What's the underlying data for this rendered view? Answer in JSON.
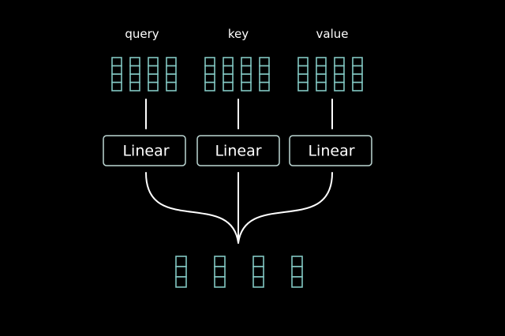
{
  "inputs": [
    {
      "label": "query",
      "vectors": 4,
      "cells_per_vector": 4
    },
    {
      "label": "key",
      "vectors": 4,
      "cells_per_vector": 4
    },
    {
      "label": "value",
      "vectors": 4,
      "cells_per_vector": 4
    }
  ],
  "layers": [
    {
      "label": "Linear"
    },
    {
      "label": "Linear"
    },
    {
      "label": "Linear"
    }
  ],
  "output": {
    "vectors": 4,
    "cells_per_vector": 3
  },
  "colors": {
    "background": "#000000",
    "cell_stroke": "#83c8c3",
    "box_stroke": "#bdd7d4",
    "text": "#ffffff",
    "wire": "#ffffff"
  }
}
